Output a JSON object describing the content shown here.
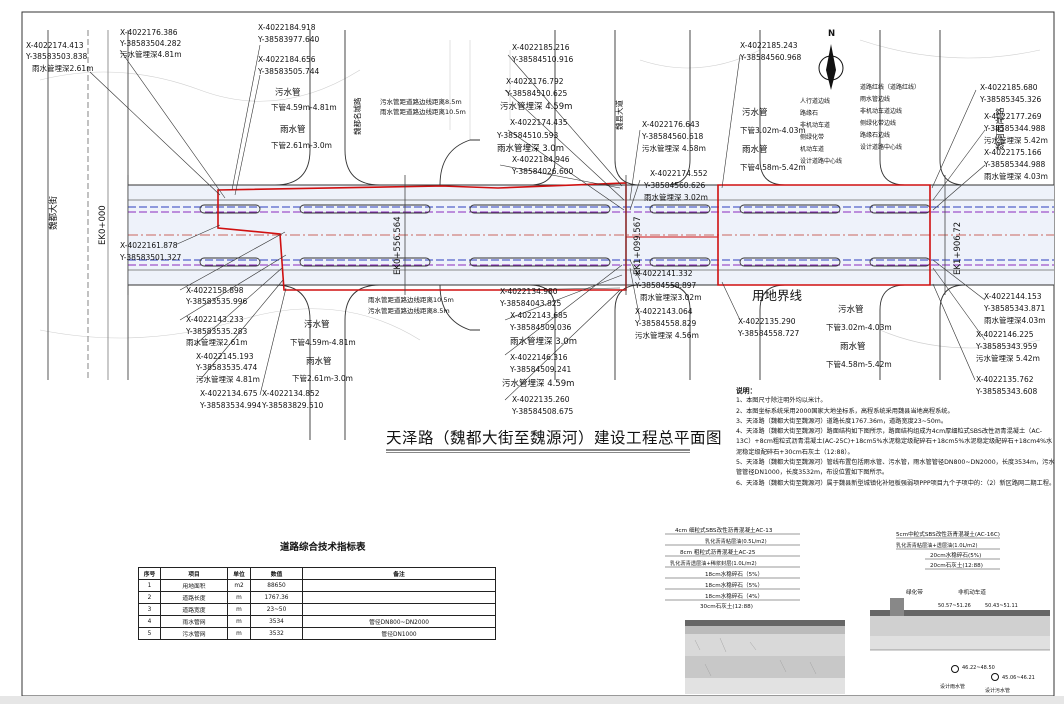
{
  "drawing": {
    "title": "天泽路（魏都大街至魏源河）建设工程总平面图",
    "north": "N",
    "road_left": "魏都大街",
    "road_right": "魏河西岸路",
    "street_a": "魏都名城路",
    "street_b": "魏县大道",
    "boundary_label": "用地界线",
    "stations": [
      "EK0+000",
      "EK0+556.564",
      "EK1+099.567",
      "EK1+906.72"
    ]
  },
  "coords": {
    "c01": [
      "X-4022174.413",
      "Y-38583503.838",
      "雨水管埋深2.61m"
    ],
    "c02": [
      "X-4022176.386",
      "Y-38583504.282",
      "污水管埋深4.81m"
    ],
    "c03": [
      "X-4022184.918",
      "Y-38583977.640"
    ],
    "c04": [
      "X-4022184.656",
      "Y-38583505.744"
    ],
    "c05": [
      "X-4022161.878",
      "Y-38583501.327"
    ],
    "c06": [
      "X-4022158.898",
      "Y-38583535.996"
    ],
    "c07": [
      "X-4022143.233",
      "Y-38583535.283",
      "雨水管埋深2.61m"
    ],
    "c08": [
      "X-4022145.193",
      "Y-38583535.474",
      "污水管埋深 4.81m"
    ],
    "c09": [
      "X-4022134.675",
      "Y-38583534.994"
    ],
    "c10": [
      "X-4022134.852",
      "Y-38583829.510"
    ],
    "c11": [
      "X-4022185.216",
      "Y-38584510.916"
    ],
    "c12": [
      "X-4022176.792",
      "Y-38584510.625",
      "污水管埋深 4.59m"
    ],
    "c13": [
      "X-4022174.435",
      "Y-38584510.593",
      "雨水管埋深 3.0m"
    ],
    "c14": [
      "X-4022184.946",
      "Y-38584026.600"
    ],
    "c15": [
      "X-4022134.980",
      "Y-38584043.825"
    ],
    "c16": [
      "X-4022143.685",
      "Y-38584509.036",
      "雨水管埋深 3.0m"
    ],
    "c17": [
      "X-4022146.316",
      "Y-38584509.241",
      "污水管埋深 4.59m"
    ],
    "c18": [
      "X-4022135.260",
      "Y-38584508.675"
    ],
    "c19": [
      "X-4022176.643",
      "Y-38584560.618",
      "污水管埋深 4.58m"
    ],
    "c20": [
      "X-4022174.552",
      "Y-38584560.626",
      "雨水管埋深 3.02m"
    ],
    "c21": [
      "X-4022141.332",
      "Y-38584558.897",
      "雨水管埋深3.02m"
    ],
    "c22": [
      "X-4022143.064",
      "Y-38584558.829",
      "污水管埋深 4.56m"
    ],
    "c23": [
      "X-4022135.290",
      "Y-38584558.727"
    ],
    "c24": [
      "X-4022185.243",
      "Y-38584560.968"
    ],
    "c25": [
      "X-4022185.680",
      "Y-38585345.326"
    ],
    "c26": [
      "X-4022177.269",
      "Y-38585344.988",
      "污水管埋深 5.42m"
    ],
    "c27": [
      "X-4022175.166",
      "Y-38585344.988",
      "雨水管埋深 4.03m"
    ],
    "c28": [
      "X-4022144.153",
      "Y-38585343.871",
      "雨水管埋深4.03m"
    ],
    "c29": [
      "X-4022146.225",
      "Y-38585343.959",
      "污水管埋深 5.42m"
    ],
    "c30": [
      "X-4022135.762",
      "Y-38585343.608"
    ]
  },
  "pipes": {
    "p1": [
      "污水管",
      "下管4.59m-4.81m",
      "雨水管",
      "下管2.61m-3.0m"
    ],
    "p2": [
      "污水管",
      "下管4.59m-4.81m",
      "雨水管",
      "下管2.61m-3.0m"
    ],
    "p3": [
      "污水管",
      "下管3.02m-4.03m",
      "雨水管",
      "下管4.58m-5.42m"
    ],
    "p4": [
      "污水管",
      "下管3.02m-4.03m",
      "雨水管",
      "下管4.58m-5.42m"
    ]
  },
  "offsets": {
    "top": [
      "污水管距道路边线距离8.5m",
      "雨水管距道路边线距离10.5m"
    ],
    "bottom": [
      "雨水管距道路边线距离10.5m",
      "污水管距道路边线距离8.5m"
    ]
  },
  "legend": [
    "人行道边线",
    "路缘石",
    "非机动车道",
    "侧绿化带",
    "机动车道",
    "设计道路中心线",
    "道路红线（道路红线）",
    "雨水管边线",
    "非机动车道边线",
    "侧绿化带边线",
    "路缘石边线",
    "设计道路中心线"
  ],
  "notes": {
    "heading": "说明：",
    "items": [
      "1、本图尺寸除注明外均以米计。",
      "2、本图坐标系统采用2000国家大地坐标系，高程系统采用魏县当地高程系统。",
      "3、天泽路（魏都大街至魏源河）道路长度1767.36m，道路宽度23~50m。",
      "4、天泽路（魏都大街至魏源河）路面结构如下图所示，路面结构组成为4cm厚细粒式SBS改性沥青混凝土（AC-13C）+8cm粗粒式沥青混凝土(AC-25C)+18cm5%水泥稳定级配碎石+18cm5%水泥稳定级配碎石+18cm4%水泥稳定级配碎石+30cm石灰土（12:88）。",
      "5、天泽路（魏都大街至魏源河）管线布置包括雨水管、污水管，雨水管管径DN800~DN2000，长度3534m，污水管管径DN1000，长度3532m，布设位置如下图所示。",
      "6、天泽路（魏都大街至魏源河）属于魏县新型城镇化补短板强弱项PPP项目九个子项中的：（2）新区路网二期工程。"
    ]
  },
  "index_table": {
    "title": "道路综合技术指标表",
    "headers": [
      "序号",
      "项目",
      "单位",
      "数值",
      "备注"
    ],
    "rows": [
      [
        "1",
        "用地面积",
        "m2",
        "88650",
        ""
      ],
      [
        "2",
        "道路长度",
        "m",
        "1767.36",
        ""
      ],
      [
        "3",
        "道路宽度",
        "m",
        "23~50",
        ""
      ],
      [
        "4",
        "雨水管网",
        "m",
        "3534",
        "管径DN800~DN2000"
      ],
      [
        "5",
        "污水管网",
        "m",
        "3532",
        "管径DN1000"
      ]
    ]
  },
  "section1": {
    "layers": [
      "4cm 细粒式SBS改性沥青混凝土AC-13",
      "乳化沥青粘层油(0.5L/m2)",
      "8cm 粗粒式沥青混凝土AC-25",
      "乳化沥青透层油+稀浆封层(1.0L/m2)",
      "18cm水稳碎石（5%）",
      "18cm水稳碎石（5%）",
      "18cm水稳碎石（4%）",
      "30cm石灰土(12:88)"
    ]
  },
  "section2": {
    "layers": [
      "5cm中粒式SBS改性沥青混凝土(AC-16C)",
      "乳化沥青粘层油+透层油(1.0L/m2)",
      "20cm水稳碎石(5%)",
      "20cm石灰土(12:88)"
    ],
    "labels": [
      "绿化带",
      "非机动车道",
      "50.57~51.26",
      "50.43~51.11",
      "46.22~48.50",
      "45.06~46.21",
      "设计雨水管",
      "设计污水管"
    ]
  }
}
